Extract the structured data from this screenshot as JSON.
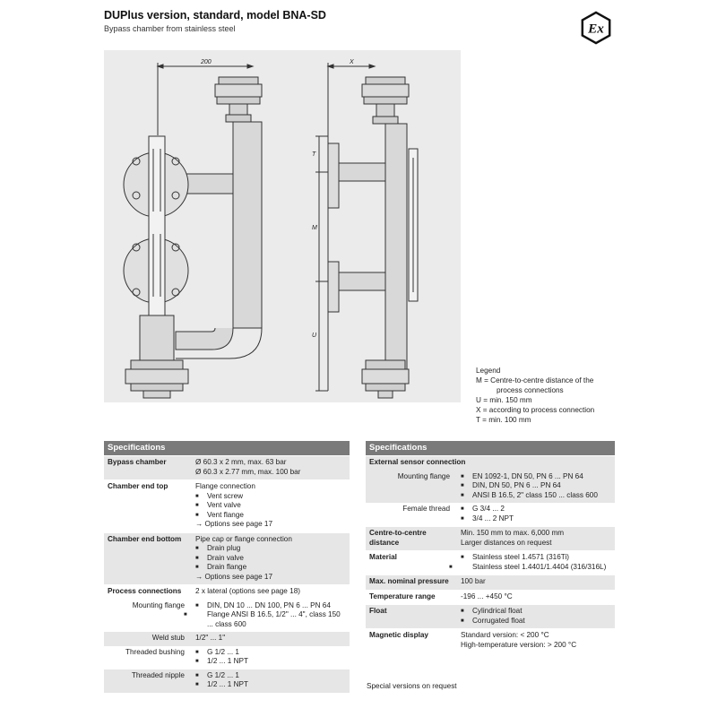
{
  "header": {
    "title": "DUPlus version, standard, model BNA-SD",
    "subtitle": "Bypass chamber from stainless steel",
    "ex_logo_text": "Ex"
  },
  "drawing": {
    "dimension_200": "200",
    "dim_x": "X",
    "dim_t": "T",
    "dim_m": "M",
    "dim_u": "U"
  },
  "legend": {
    "title": "Legend",
    "items": [
      {
        "key": "M = ",
        "text": "Centre-to-centre distance of the"
      },
      {
        "key": "",
        "text": "process connections"
      },
      {
        "key": "U = ",
        "text": "min. 150 mm"
      },
      {
        "key": "X = ",
        "text": "according to process connection"
      },
      {
        "key": "T = ",
        "text": "min. 100 mm"
      }
    ]
  },
  "spec_left": {
    "header": "Specifications",
    "bypass_chamber": {
      "label": "Bypass chamber",
      "lines": [
        "Ø 60.3 x 2 mm, max. 63 bar",
        "Ø 60.3 x 2.77 mm, max. 100 bar"
      ]
    },
    "chamber_end_top": {
      "label": "Chamber end top",
      "intro": "Flange connection",
      "bullets": [
        "Vent screw",
        "Vent valve",
        "Vent flange"
      ],
      "options": "→ Options see page 17"
    },
    "chamber_end_bottom": {
      "label": "Chamber end bottom",
      "intro": "Pipe cap or flange connection",
      "bullets": [
        "Drain plug",
        "Drain valve",
        "Drain flange"
      ],
      "options": "→ Options see page 17"
    },
    "process_connections": {
      "label": "Process connections",
      "text": "2 x lateral (options see page 18)"
    },
    "mounting_flange": {
      "label": "Mounting flange",
      "bullets": [
        "DIN, DN 10 ... DN 100, PN 6 ... PN 64",
        "Flange ANSI B 16.5, 1/2\" ... 4\", class 150 ... class 600"
      ]
    },
    "weld_stub": {
      "label": "Weld stub",
      "text": "1/2\" ... 1\""
    },
    "threaded_bushing": {
      "label": "Threaded bushing",
      "bullets": [
        "G 1/2 ... 1",
        "1/2 ... 1 NPT"
      ]
    },
    "threaded_nipple": {
      "label": "Threaded nipple",
      "bullets": [
        "G 1/2 ... 1",
        "1/2 ... 1 NPT"
      ]
    }
  },
  "spec_right": {
    "header": "Specifications",
    "external_sensor": {
      "label": "External sensor connection"
    },
    "mounting_flange": {
      "label": "Mounting flange",
      "bullets": [
        "EN 1092-1, DN 50, PN 6 ... PN 64",
        "DIN, DN 50, PN 6 ... PN 64",
        "ANSI B 16.5, 2\" class 150 ... class 600"
      ]
    },
    "female_thread": {
      "label": "Female thread",
      "bullets": [
        "G 3/4 ... 2",
        "3/4 ... 2 NPT"
      ]
    },
    "centre_distance": {
      "label": "Centre-to-centre distance",
      "lines": [
        "Min. 150 mm to max. 6,000 mm",
        "Larger distances on request"
      ]
    },
    "material": {
      "label": "Material",
      "bullets": [
        "Stainless steel 1.4571 (316Ti)",
        "Stainless steel 1.4401/1.4404 (316/316L)"
      ]
    },
    "max_pressure": {
      "label": "Max. nominal pressure",
      "text": "100 bar"
    },
    "temperature_range": {
      "label": "Temperature range",
      "text": "-196 ... +450 °C"
    },
    "float": {
      "label": "Float",
      "bullets": [
        "Cylindrical float",
        "Corrugated float"
      ]
    },
    "magnetic_display": {
      "label": "Magnetic display",
      "lines": [
        "Standard version: < 200 °C",
        "High-temperature version: > 200 °C"
      ]
    },
    "note": "Special versions on request"
  }
}
